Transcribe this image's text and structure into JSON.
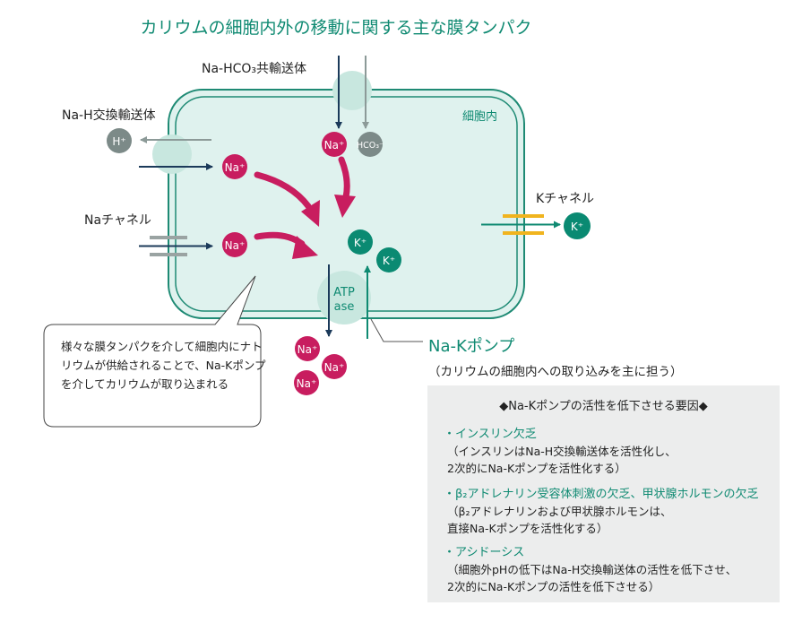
{
  "title": "カリウムの細胞内外の移動に関する主な膜タンパク",
  "labels": {
    "na_hco3": "Na-HCO₃共輸送体",
    "na_h": "Na-H交換輸送体",
    "na_channel": "Naチャネル",
    "k_channel": "Kチャネル",
    "intracellular": "細胞内",
    "atp_line1": "ATP",
    "atp_line2": "ase"
  },
  "ions": {
    "na": "Na⁺",
    "k": "K⁺",
    "h": "H⁺",
    "hco3": "HCO₃⁻"
  },
  "pump": {
    "title": "Na-Kポンプ",
    "subtitle": "（カリウムの細胞内への取り込みを主に担う）"
  },
  "bubble": {
    "text": "様々な膜タンパクを介して細胞内にナトリウムが供給されることで、Na-Kポンプを介してカリウムが取り込まれる"
  },
  "factors": {
    "heading": "◆Na-Kポンプの活性を低下させる要因◆",
    "items": [
      {
        "title": "・インスリン欠乏",
        "line1": "（インスリンはNa-H交換輸送体を活性化し、",
        "line2": "2次的にNa-Kポンプを活性化する）"
      },
      {
        "title": "・β₂アドレナリン受容体刺激の欠乏、甲状腺ホルモンの欠乏",
        "line1": "（β₂アドレナリンおよび甲状腺ホルモンは、",
        "line2": "直接Na-Kポンプを活性化する）"
      },
      {
        "title": "・アシドーシス",
        "line1": "（細胞外pHの低下はNa-H交換輸送体の活性を低下させ、",
        "line2": "2次的にNa-Kポンプの活性を低下させる）"
      }
    ]
  },
  "colors": {
    "teal": "#0f8a72",
    "teal_fill": "#dff2ee",
    "membrane": "#1e8a74",
    "na": "#c81d5f",
    "k": "#0a8a72",
    "grey": "#7c8a88",
    "navy": "#1b3a5a",
    "channel_grey": "#9aa3a2",
    "channel_yellow": "#f0b41e",
    "box_bg": "#eceded"
  }
}
